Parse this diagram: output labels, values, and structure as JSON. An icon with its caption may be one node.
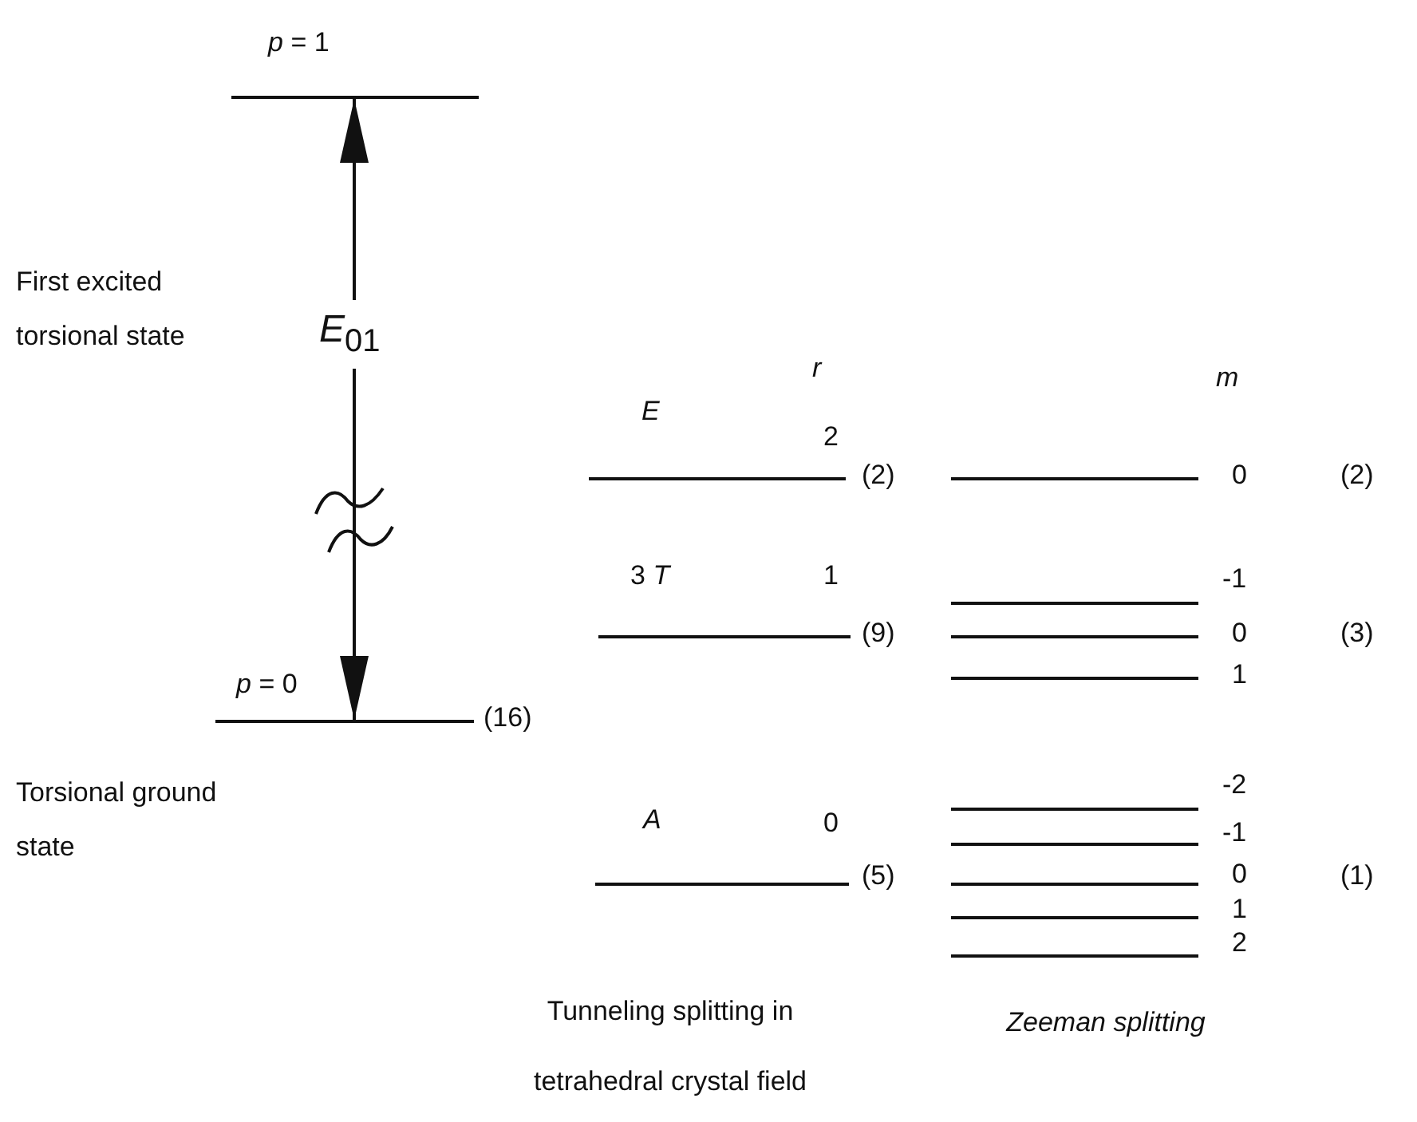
{
  "diagram": {
    "nodes": [
      {
        "text": [],
        "shape": "bar",
        "beside": [
          "*p* = 1"
        ]
      },
      {
        "text": [],
        "shape": "bar",
        "beside": [
          "*p* = 0",
          "(16)"
        ]
      }
    ],
    "edges": [
      {
        "from": 1,
        "to": 0,
        "arrow": "both",
        "label": "*E*$_{01}$"
      }
    ],
    "labels": [
      "First excited torsional state",
      "r",
      "m",
      "E",
      "2",
      "(2)",
      "0",
      "(2)",
      "3 *T*",
      "1",
      "-1",
      "(9)",
      "0",
      "(3)",
      "1",
      "Torsional ground state",
      "A",
      "0",
      "-2",
      "-1",
      "(5)",
      "0",
      "(1)",
      "1",
      "2",
      "Tunneling splitting in tetrahedral crystal field",
      "Zeeman splitting"
    ]
  }
}
